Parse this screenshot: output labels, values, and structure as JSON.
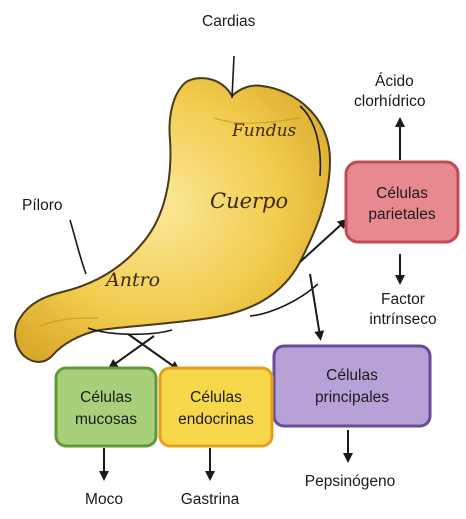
{
  "labels": {
    "cardias": "Cardias",
    "piloro": "Píloro",
    "acido_line1": "Ácido",
    "acido_line2": "clorhídrico",
    "factor_line1": "Factor",
    "factor_line2": "intrínseco",
    "moco": "Moco",
    "gastrina": "Gastrina",
    "pepsinogeno": "Pepsinógeno"
  },
  "regions": {
    "fundus": "Fundus",
    "cuerpo": "Cuerpo",
    "antro": "Antro"
  },
  "boxes": {
    "parietales": {
      "line1": "Células",
      "line2": "parietales"
    },
    "mucosas": {
      "line1": "Células",
      "line2": "mucosas"
    },
    "endocrinas": {
      "line1": "Células",
      "line2": "endocrinas"
    },
    "principales": {
      "line1": "Células",
      "line2": "principales"
    }
  },
  "colors": {
    "stomach_fill": "#f2cc4e",
    "stomach_stroke": "#4a3a1a",
    "parietales_fill": "#e8898f",
    "parietales_border": "#c54a57",
    "mucosas_fill": "#a8d07a",
    "mucosas_border": "#5f9a3a",
    "endocrinas_fill": "#f6d84a",
    "endocrinas_border": "#e0a21e",
    "principales_fill": "#b6a2d6",
    "principales_border": "#6a4a9a",
    "arrow": "#1a1a1a"
  }
}
